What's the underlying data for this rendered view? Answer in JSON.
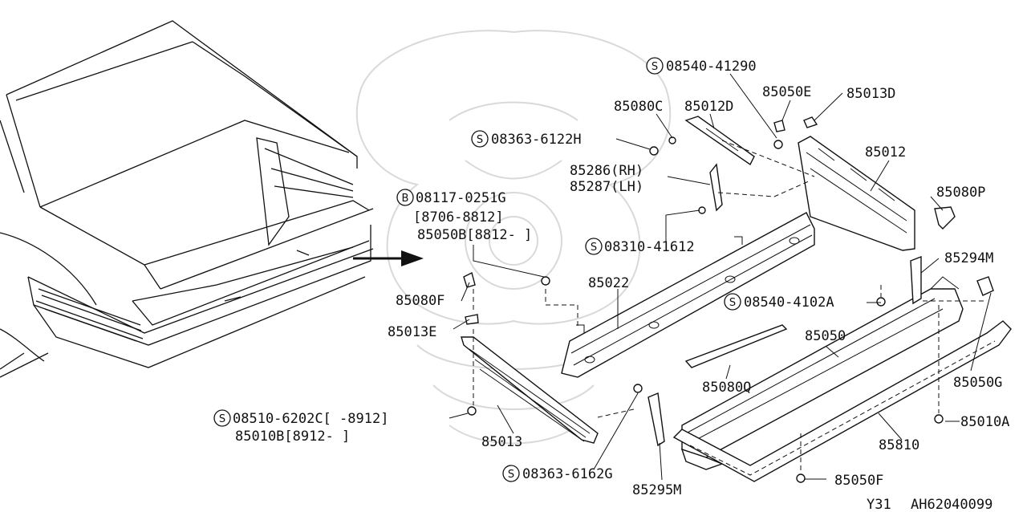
{
  "diagram": {
    "labels": {
      "p08540_41290": "08540-41290",
      "p85050E": "85050E",
      "p85013D": "85013D",
      "p85080C": "85080C",
      "p85012D": "85012D",
      "p08363_6122H": "08363-6122H",
      "p85012": "85012",
      "p85286": "85286(RH)",
      "p85287": "85287(LH)",
      "p08117_0251G": "08117-0251G",
      "p8706_8812": "[8706-8812]",
      "p85050B": "85050B[8812-  ]",
      "p85080P": "85080P",
      "p08310_41612": "08310-41612",
      "p85294M": "85294M",
      "p85080F": "85080F",
      "p85022": "85022",
      "p08540_4102A": "08540-4102A",
      "p85013E": "85013E",
      "p85050": "85050",
      "p85080Q": "85080Q",
      "p85050G": "85050G",
      "p08510_6202C": "08510-6202C[  -8912]",
      "p85010B": "85010B[8912-  ]",
      "p85013": "85013",
      "p85010A": "85010A",
      "p85810": "85810",
      "p08363_6162G": "08363-6162G",
      "p85295M": "85295M",
      "p85050F": "85050F",
      "footer_model": "Y31",
      "footer_code": "AH62040099"
    },
    "prefix_marks": {
      "s": "S",
      "b": "B"
    }
  }
}
